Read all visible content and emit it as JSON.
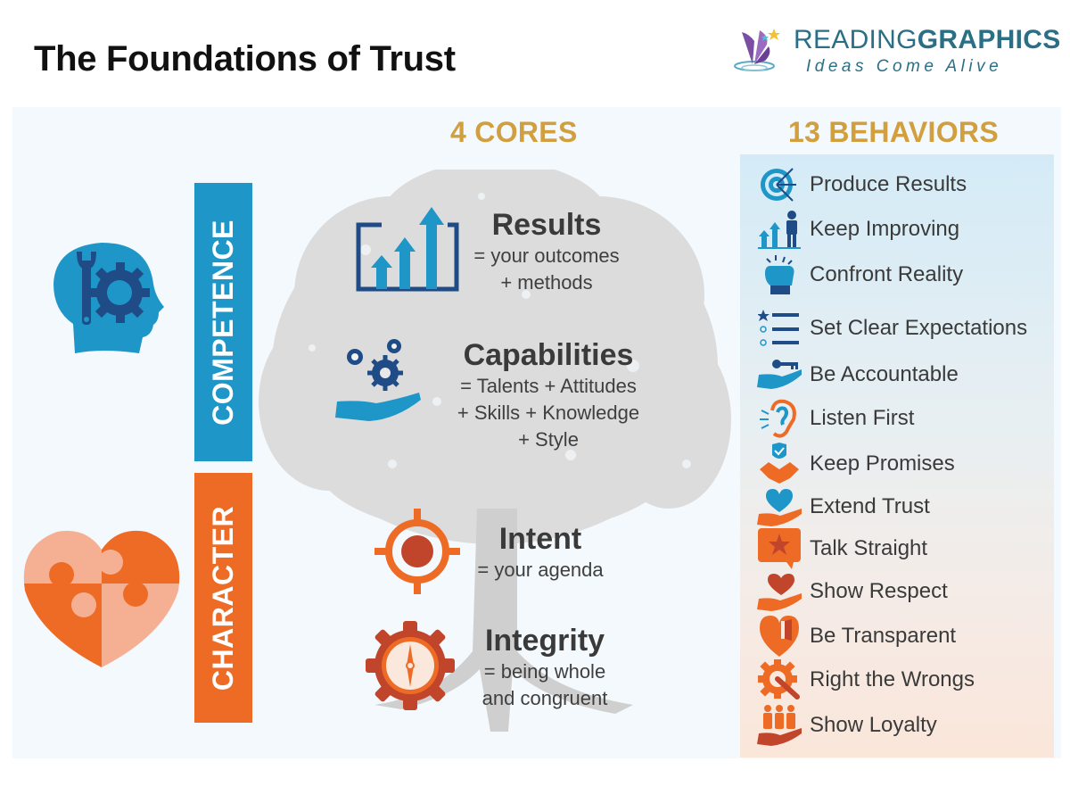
{
  "header": {
    "title": "The Foundations of Trust",
    "logo": {
      "word_light": "READING",
      "word_bold": "GRAPHICS",
      "tagline": "Ideas Come Alive"
    }
  },
  "columns": {
    "cores_heading": "4 CORES",
    "behaviors_heading": "13 BEHAVIORS"
  },
  "categories": [
    {
      "label": "COMPETENCE",
      "color": "#1e96c8",
      "icon": "head-gear-wrench-icon"
    },
    {
      "label": "CHARACTER",
      "color": "#ee6b26",
      "icon": "puzzle-heart-icon"
    }
  ],
  "cores": [
    {
      "title": "Results",
      "desc_lines": [
        "= your outcomes",
        "+ methods"
      ],
      "icon": "rising-chart-icon"
    },
    {
      "title": "Capabilities",
      "desc_lines": [
        "= Talents + Attitudes",
        "+ Skills + Knowledge",
        "+ Style"
      ],
      "icon": "hand-gears-icon"
    },
    {
      "title": "Intent",
      "desc_lines": [
        "= your agenda"
      ],
      "icon": "crosshair-target-icon"
    },
    {
      "title": "Integrity",
      "desc_lines": [
        "= being whole",
        "and congruent"
      ],
      "icon": "gear-compass-icon"
    }
  ],
  "behaviors": [
    {
      "label": "Produce Results",
      "icon": "target-arrows-icon"
    },
    {
      "label": "Keep Improving",
      "icon": "person-rising-arrows-icon"
    },
    {
      "label": "Confront Reality",
      "icon": "fist-icon"
    },
    {
      "label": "Set Clear Expectations",
      "icon": "checklist-star-icon"
    },
    {
      "label": "Be Accountable",
      "icon": "hand-key-icon"
    },
    {
      "label": "Listen First",
      "icon": "ear-icon"
    },
    {
      "label": "Keep Promises",
      "icon": "handshake-badge-icon"
    },
    {
      "label": "Extend Trust",
      "icon": "hand-heart-icon"
    },
    {
      "label": "Talk Straight",
      "icon": "speech-star-icon"
    },
    {
      "label": "Show Respect",
      "icon": "hand-heart-icon"
    },
    {
      "label": "Be Transparent",
      "icon": "heart-door-icon"
    },
    {
      "label": "Right the Wrongs",
      "icon": "gear-wrench-icon"
    },
    {
      "label": "Show Loyalty",
      "icon": "hand-people-icon"
    }
  ],
  "colors": {
    "blue": "#1e96c8",
    "navy": "#1f4b86",
    "orange": "#ee6b26",
    "rust": "#c0452a",
    "gold": "#d19f3e",
    "peach": "#f5b094"
  }
}
